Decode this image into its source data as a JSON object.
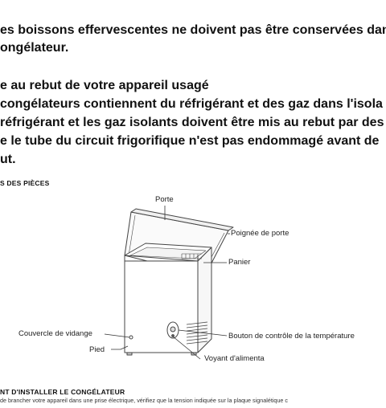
{
  "intro": {
    "line1": "es boissons effervescentes ne doivent pas être conservées dan",
    "line2": "ongélateur."
  },
  "disposal": {
    "heading": "e au rebut de votre appareil usagé",
    "line1": " congélateurs contiennent du réfrigérant et des gaz dans l'isola",
    "line2": "réfrigérant et les gaz isolants doivent être mis au rebut par des",
    "line3": "e le tube du circuit frigorifique n'est pas endommagé avant de",
    "line4": "ut."
  },
  "parts": {
    "section_title": "S DES PIÈCES",
    "labels": {
      "porte": "Porte",
      "poignee": "Poignée de porte",
      "panier": "Panier",
      "couvercle": "Couvercle de vidange",
      "bouton": "Bouton de contrôle de la température",
      "pied": "Pied",
      "voyant": "Voyant d'alimenta"
    }
  },
  "install": {
    "heading": "NT D'INSTALLER LE CONGÉLATEUR",
    "text": "de brancher votre appareil dans une prise électrique, vérifiez que la tension indiquée sur la plaque signalétique c"
  }
}
